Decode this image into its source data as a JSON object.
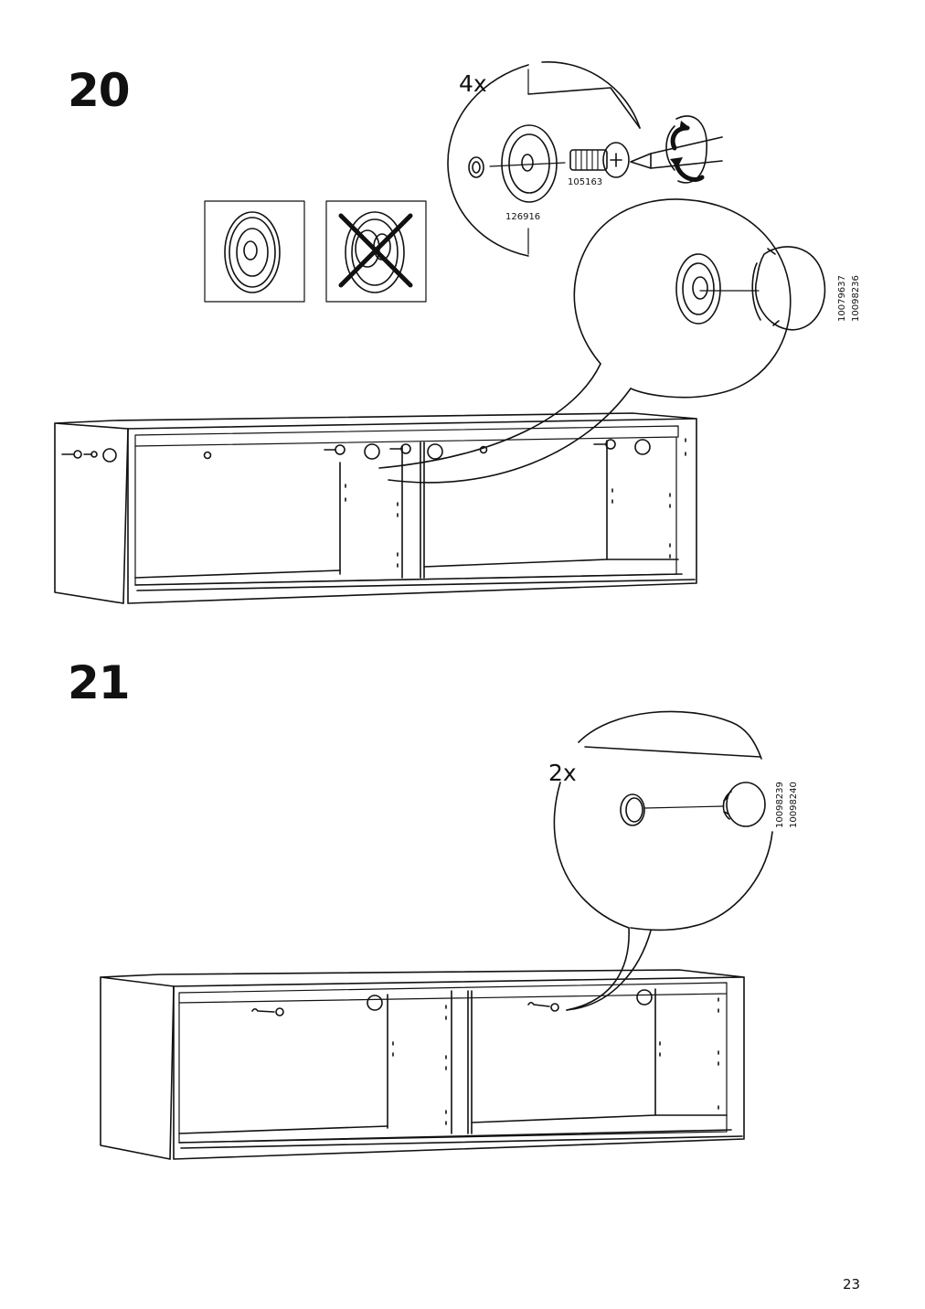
{
  "page": {
    "number": "23"
  },
  "steps": [
    {
      "number": "20",
      "quantity": "4x",
      "part_screw_cap": "126916",
      "part_screw": "105163",
      "part_codes_vertical": [
        "10079637",
        "10098236"
      ]
    },
    {
      "number": "21",
      "quantity": "2x",
      "part_codes_vertical": [
        "10098239",
        "10098240"
      ]
    }
  ]
}
